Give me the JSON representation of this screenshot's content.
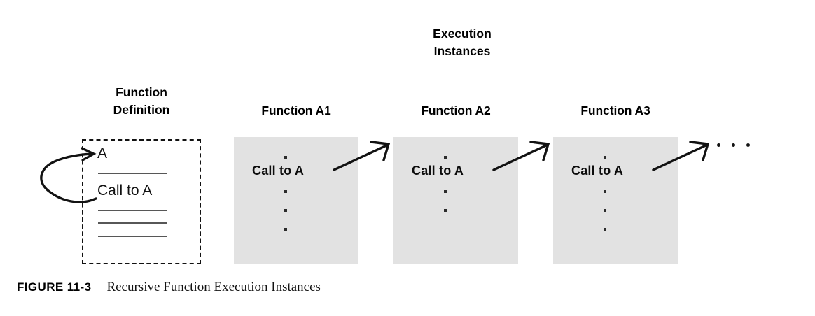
{
  "figure": {
    "exec_title_line1": "Execution",
    "exec_title_line2": "Instances",
    "def_title_line1": "Function",
    "def_title_line2": "Definition",
    "caption_label": "FIGURE 11-3",
    "caption_text": "Recursive Function Execution Instances"
  },
  "definition": {
    "function_name": "A",
    "call_statement": "Call to A",
    "rule_count_below": 3,
    "rule_count_above": 1
  },
  "instances": [
    {
      "header": "Function A1",
      "call_statement": "Call to  A",
      "dots_above": 1,
      "dots_below": 3
    },
    {
      "header": "Function A2",
      "call_statement": "Call to  A",
      "dots_above": 1,
      "dots_below": 2
    },
    {
      "header": "Function A3",
      "call_statement": "Call to  A",
      "dots_above": 1,
      "dots_below": 3
    }
  ],
  "trailing_ellipsis": "• • •",
  "colors": {
    "instance_fill": "#e2e2e2",
    "stroke": "#121212",
    "rule": "#575757",
    "background": "#ffffff"
  }
}
